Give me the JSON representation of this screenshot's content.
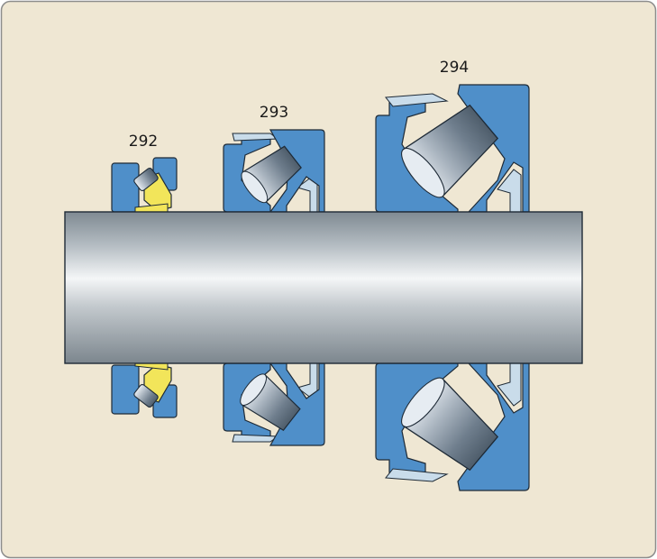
{
  "labels": {
    "bearing_292": "292",
    "bearing_293": "293",
    "bearing_294": "294"
  },
  "colors": {
    "background": "#EFE7D3",
    "frame": "#8C8C8C",
    "ring_blue": "#4F8FC9",
    "ring_outline": "#1E2A36",
    "cage_yellow": "#F2E55A",
    "cage_light": "#C9DCEA",
    "shaft_dark": "#7F8A92",
    "shaft_light": "#F4F6F7"
  }
}
